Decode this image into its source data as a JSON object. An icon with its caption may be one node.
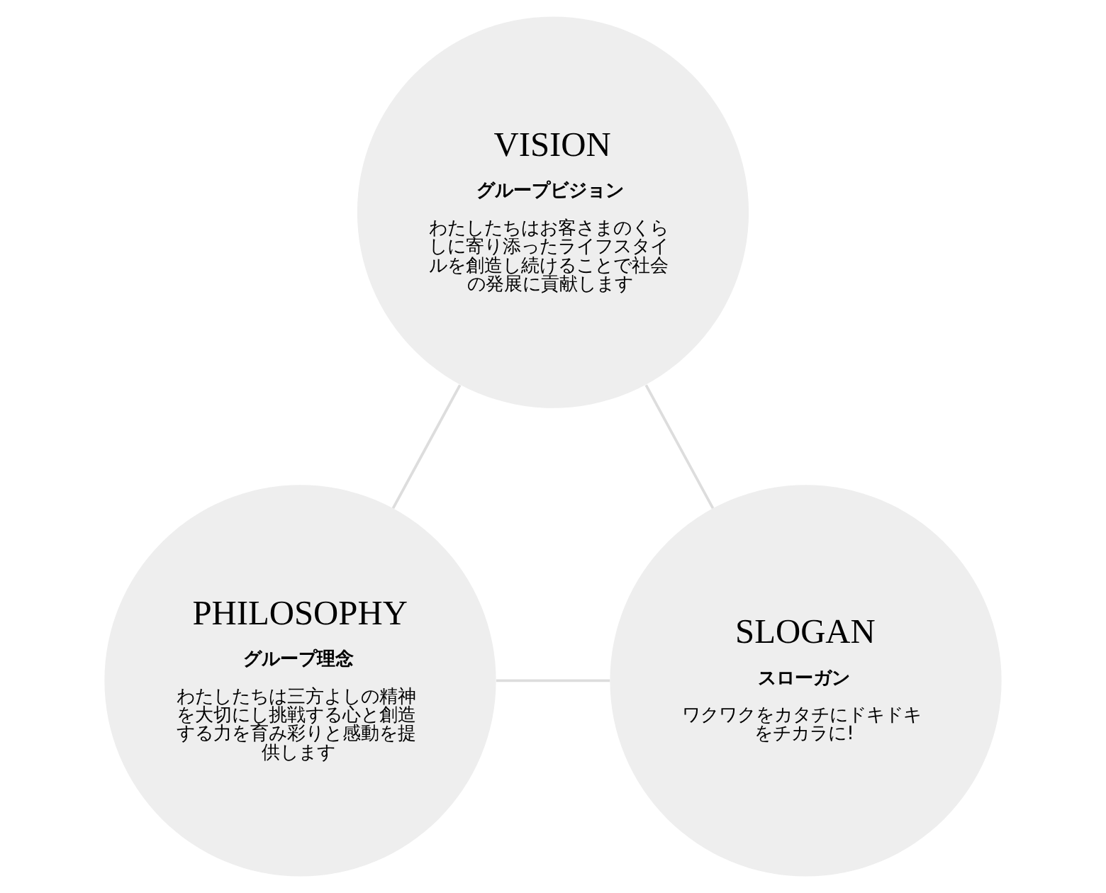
{
  "diagram": {
    "nodes": [
      {
        "text": [
          "VISION",
          "グループビジョン",
          "わたしたちはお客さまのくらしに寄り添ったライフスタイルを創造し続けることで社会の発展に貢献します"
        ]
      },
      {
        "text": [
          "PHILOSOPHY",
          "グループ理念",
          "わたしたちは三方よしの精神を大切にし挑戦する心と創造する力を育み彩りと感動を提供します"
        ]
      },
      {
        "text": [
          "SLOGAN",
          "スローガン",
          "ワクワクをカタチにドキドキをチカラに!"
        ]
      }
    ],
    "edges": [
      {
        "from": 0,
        "to": 1,
        "arrow": "none"
      },
      {
        "from": 1,
        "to": 2,
        "arrow": "none"
      },
      {
        "from": 2,
        "to": 0,
        "arrow": "none"
      }
    ]
  }
}
